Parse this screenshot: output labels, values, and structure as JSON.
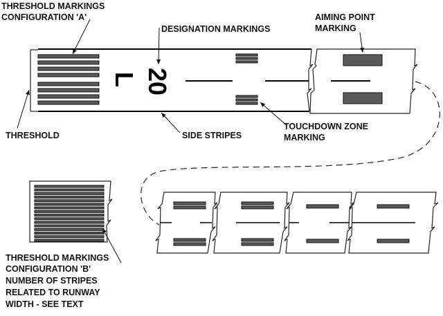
{
  "labels": {
    "threshold_a_line1": "THRESHOLD MARKINGS",
    "threshold_a_line2": "CONFIGURATION 'A'",
    "designation": "DESIGNATION MARKINGS",
    "aiming_line1": "AIMING POINT",
    "aiming_line2": "MARKING",
    "threshold": "THRESHOLD",
    "side_stripes": "SIDE STRIPES",
    "tdz_line1": "TOUCHDOWN ZONE",
    "tdz_line2": "MARKING",
    "threshold_b_line1": "THRESHOLD MARKINGS",
    "threshold_b_line2": "CONFIGURATION 'B'",
    "threshold_b_line3": "NUMBER OF STRIPES",
    "threshold_b_line4": "RELATED TO RUNWAY",
    "threshold_b_line5": "WIDTH - SEE TEXT"
  },
  "runway": {
    "number": "20",
    "letter": "L"
  },
  "colors": {
    "marking_fill": "#5a5a5a",
    "line": "#000000"
  }
}
